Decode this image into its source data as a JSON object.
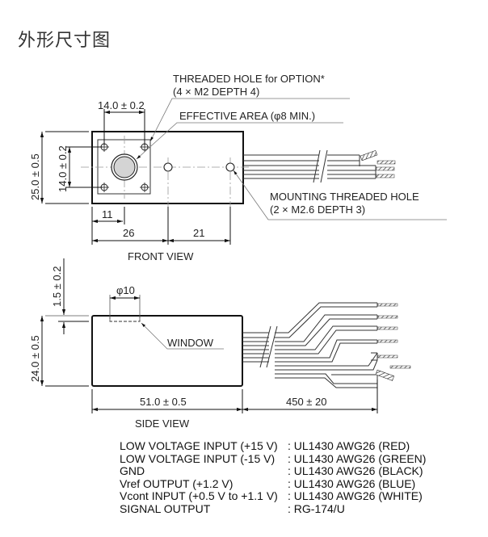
{
  "title": "外形尺寸图",
  "front_view": {
    "caption": "FRONT VIEW",
    "callout_threaded_hole_line1": "THREADED HOLE for OPTION*",
    "callout_threaded_hole_line2": "(4 × M2 DEPTH 4)",
    "callout_effective_area": "EFFECTIVE AREA (φ8 MIN.)",
    "callout_mounting_line1": "MOUNTING THREADED HOLE",
    "callout_mounting_line2": "(2 × M2.6 DEPTH 3)",
    "dim_hole_pitch_horizontal": "14.0 ± 0.2",
    "dim_hole_pitch_vertical": "14.0 ± 0.2",
    "dim_height": "25.0 ± 0.5",
    "dim_11": "11",
    "dim_26": "26",
    "dim_21": "21"
  },
  "side_view": {
    "caption": "SIDE VIEW",
    "dim_window_depth": "1.5 ± 0.2",
    "dim_window_diameter": "φ10",
    "window_label": "WINDOW",
    "dim_height": "24.0 ± 0.5",
    "dim_length": "51.0 ± 0.5",
    "dim_cable_length": "450 ± 20"
  },
  "wiring": [
    {
      "signal": "LOW VOLTAGE INPUT (+15 V)",
      "cable": ": UL1430 AWG26 (RED)"
    },
    {
      "signal": "LOW VOLTAGE INPUT (-15 V)",
      "cable": ": UL1430 AWG26 (GREEN)"
    },
    {
      "signal": "GND",
      "cable": ": UL1430 AWG26 (BLACK)"
    },
    {
      "signal": "Vref OUTPUT (+1.2 V)",
      "cable": ": UL1430 AWG26 (BLUE)"
    },
    {
      "signal": "Vcont INPUT (+0.5 V to +1.1 V)",
      "cable": ": UL1430 AWG26 (WHITE)"
    },
    {
      "signal": "SIGNAL OUTPUT",
      "cable": ": RG-174/U"
    }
  ]
}
